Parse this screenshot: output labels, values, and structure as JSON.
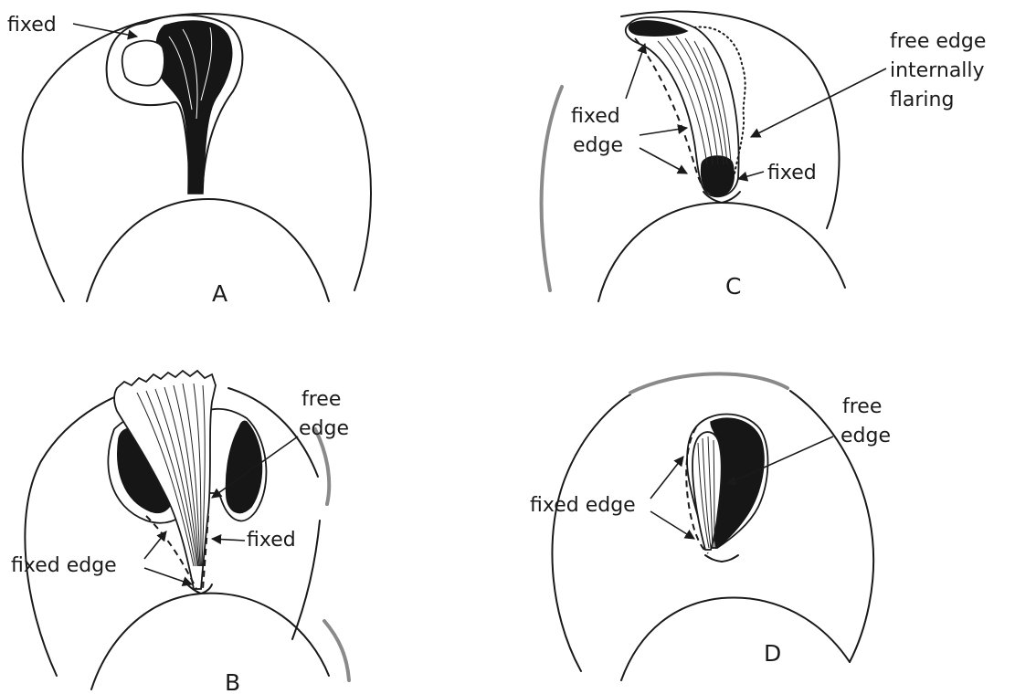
{
  "panels": {
    "a": {
      "letter": "A",
      "labels": {
        "fixed": "fixed"
      }
    },
    "b": {
      "letter": "B",
      "labels": {
        "free_edge_1": "free",
        "free_edge_2": "edge",
        "fixed": "fixed",
        "fixed_edge": "fixed edge"
      }
    },
    "c": {
      "letter": "C",
      "labels": {
        "free_edge_1": "free edge",
        "free_edge_2": "internally",
        "free_edge_3": "flaring",
        "fixed_edge_1": "fixed",
        "fixed_edge_2": "edge",
        "fixed": "fixed"
      }
    },
    "d": {
      "letter": "D",
      "labels": {
        "free_edge_1": "free",
        "free_edge_2": "edge",
        "fixed_edge": "fixed edge"
      }
    }
  }
}
